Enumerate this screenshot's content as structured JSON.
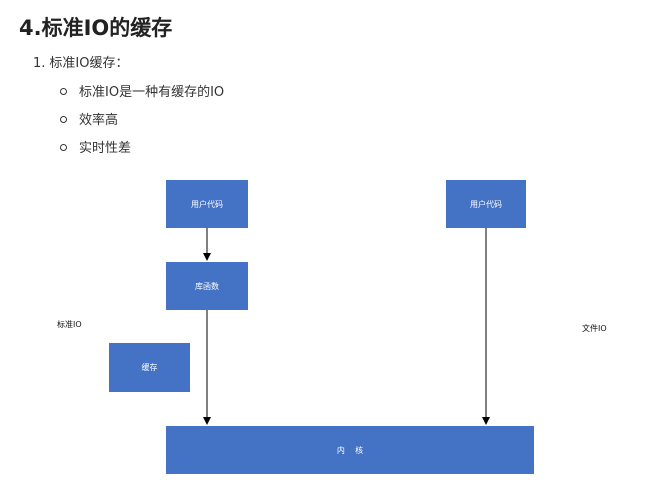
{
  "heading": "4.标准IO的缓存",
  "list": {
    "item_number": "1.",
    "item_label": "标准IO缓存：",
    "sub_items": [
      "标准IO是一种有缓存的IO",
      "效率高",
      "实时性差"
    ]
  },
  "diagram": {
    "user_code_left": "用户代码",
    "user_code_right": "用户代码",
    "library_function": "库函数",
    "buffer": "缓存",
    "kernel": "内    核",
    "label_standard_io": "标准IO",
    "label_file_io": "文件IO",
    "box_color": "#4472c4"
  }
}
